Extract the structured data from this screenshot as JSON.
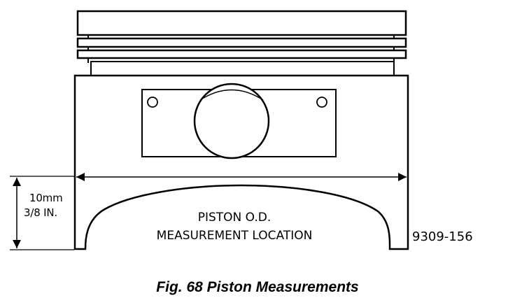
{
  "diagram": {
    "dimension": {
      "metric": "10mm",
      "imperial": "3/8 IN."
    },
    "location_label": {
      "line1": "PISTON O.D.",
      "line2": "MEASUREMENT LOCATION"
    },
    "figure_code": "9309-156"
  },
  "caption": "Fig. 68 Piston Measurements",
  "colors": {
    "ink": "#000000",
    "paper": "#ffffff"
  }
}
